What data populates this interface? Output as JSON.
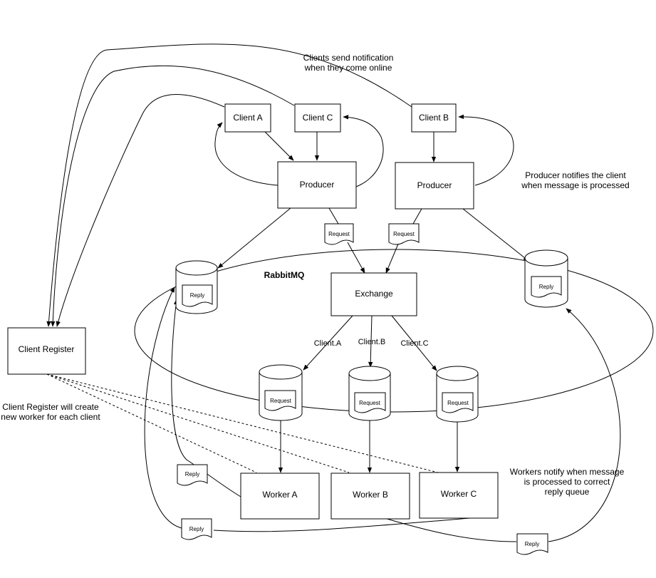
{
  "nodes": {
    "client_a": "Client A",
    "client_c": "Client C",
    "client_b": "Client B",
    "producer_1": "Producer",
    "producer_2": "Producer",
    "exchange": "Exchange",
    "rabbitmq": "RabbitMQ",
    "client_register": "Client Register",
    "worker_a": "Worker A",
    "worker_b": "Worker B",
    "worker_c": "Worker C"
  },
  "messages": {
    "request": "Request",
    "reply": "Reply"
  },
  "edge_labels": {
    "route_a": "Client.A",
    "route_b": "Client.B",
    "route_c": "Client.C"
  },
  "notes": {
    "clients_online_1": "Clients send notification",
    "clients_online_2": "when they come online",
    "producer_notifies_1": "Producer notifies the client",
    "producer_notifies_2": "when message is processed",
    "register_creates_1": "Client Register will create",
    "register_creates_2": "new worker for each client",
    "workers_notify_1": "Workers notify when message",
    "workers_notify_2": "is processed to correct",
    "workers_notify_3": "reply queue"
  }
}
